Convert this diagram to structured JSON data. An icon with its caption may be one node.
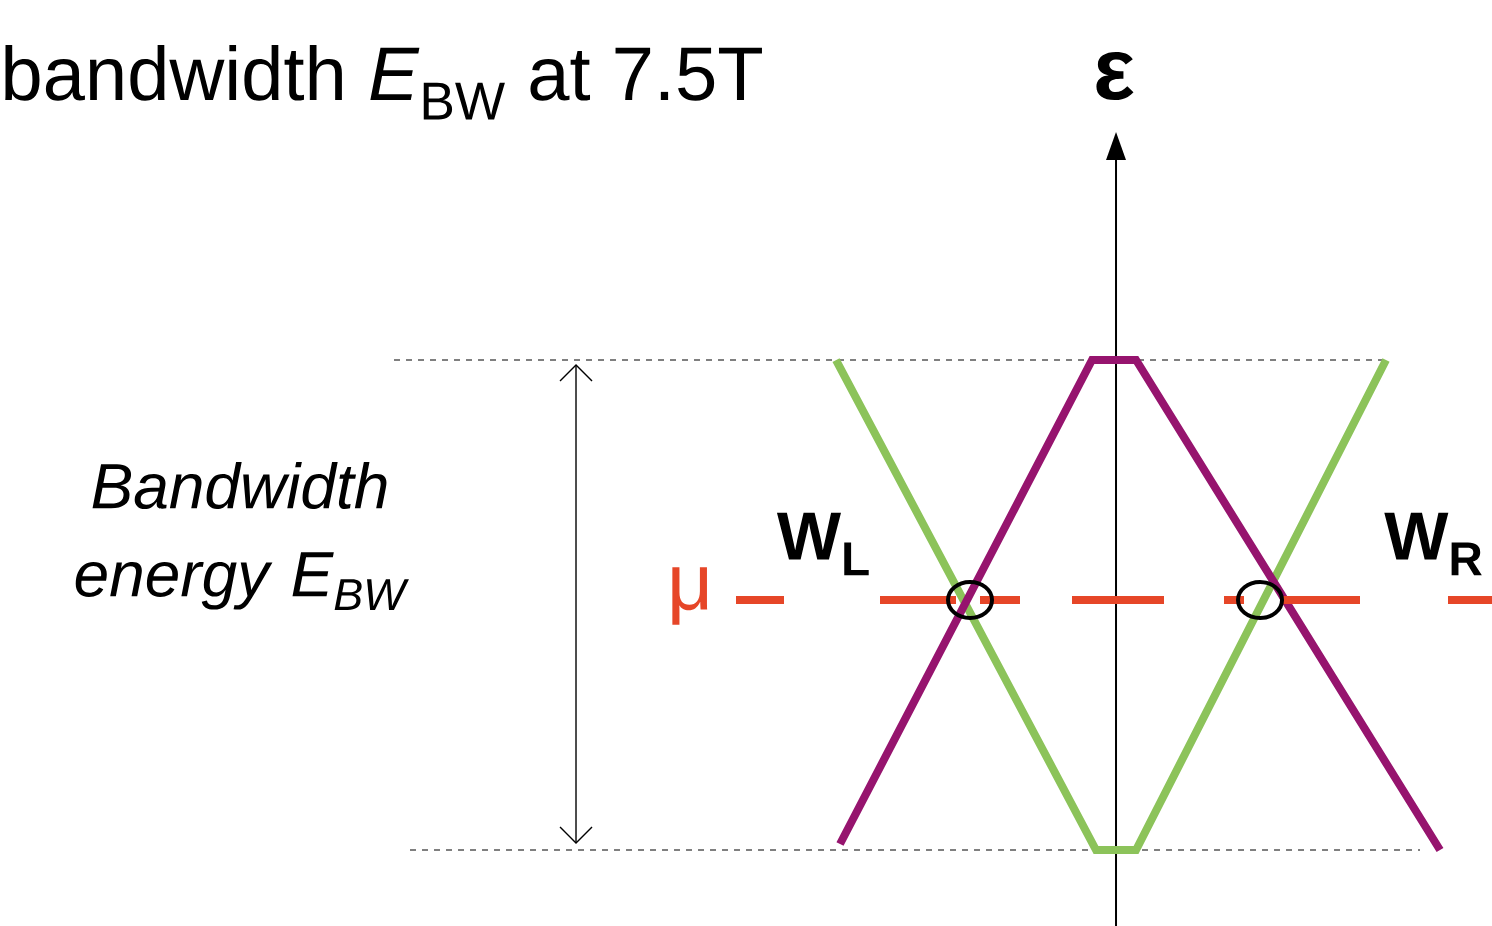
{
  "diagram": {
    "title": "bandwidth *E*$_{BW}$ at 7.5T",
    "labels": [
      "ε",
      "Bandwidth energy E$_{BW}$",
      "μ",
      "W$_{L}$",
      "W$_{R}$"
    ]
  }
}
